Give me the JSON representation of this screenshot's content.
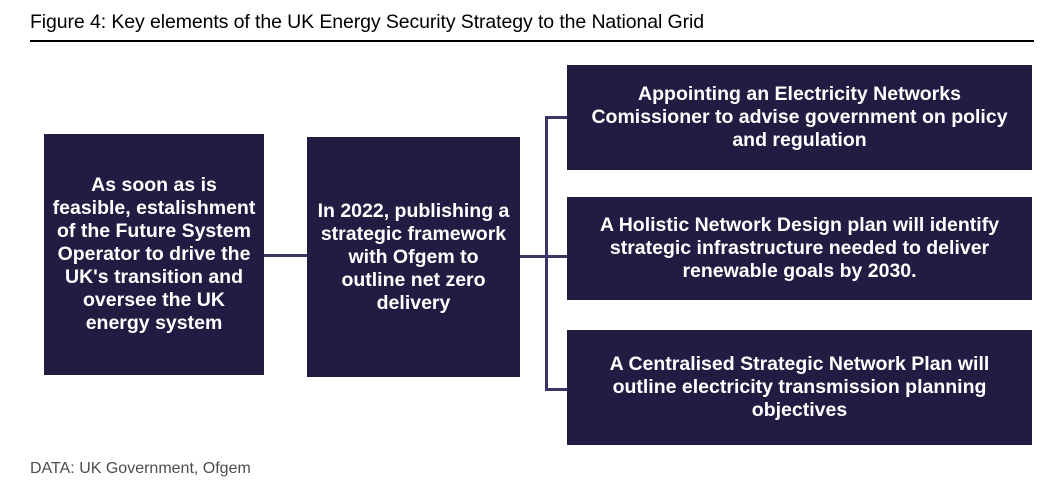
{
  "figure": {
    "title": "Figure 4: Key elements of the UK Energy Security Strategy to the National Grid",
    "source_note": "DATA: UK Government, Ofgem",
    "colors": {
      "box_fill": "#201c42",
      "box_text": "#ffffff",
      "connector": "#3b3464",
      "title_text": "#000000",
      "title_rule": "#000000",
      "source_text": "#4d4d4d",
      "background": "#ffffff"
    }
  },
  "flow": {
    "stage1": {
      "id": "future-system-operator",
      "text": "As soon as is feasible, estalishment of the Future System Operator to drive the UK's transition and oversee the UK energy system"
    },
    "stage2": {
      "id": "strategic-framework",
      "text": "In 2022, publishing a strategic framework with Ofgem to outline net zero delivery"
    },
    "branches": [
      {
        "id": "electricity-networks-commissioner",
        "text": "Appointing an Electricity Networks Comissioner to advise government on policy and regulation"
      },
      {
        "id": "holistic-network-design",
        "text": "A Holistic Network Design plan will identify strategic infrastructure needed to deliver renewable goals by 2030."
      },
      {
        "id": "centralised-strategic-network-plan",
        "text": "A Centralised Strategic Network Plan will outline electricity transmission planning objectives"
      }
    ]
  },
  "chart_data": {
    "type": "diagram",
    "title": "Figure 4: Key elements of the UK Energy Security Strategy to the National Grid",
    "nodes": [
      {
        "id": "future-system-operator",
        "label": "As soon as is feasible, estalishment of the Future System Operator to drive the UK's transition and oversee the UK energy system",
        "level": 1
      },
      {
        "id": "strategic-framework",
        "label": "In 2022, publishing a strategic framework with Ofgem to outline net zero delivery",
        "level": 2
      },
      {
        "id": "electricity-networks-commissioner",
        "label": "Appointing an Electricity Networks Comissioner to advise government on policy and regulation",
        "level": 3
      },
      {
        "id": "holistic-network-design",
        "label": "A Holistic Network Design plan will identify strategic infrastructure needed to deliver renewable goals by 2030.",
        "level": 3
      },
      {
        "id": "centralised-strategic-network-plan",
        "label": "A Centralised Strategic Network Plan will outline electricity transmission planning objectives",
        "level": 3
      }
    ],
    "edges": [
      {
        "from": "future-system-operator",
        "to": "strategic-framework"
      },
      {
        "from": "strategic-framework",
        "to": "electricity-networks-commissioner"
      },
      {
        "from": "strategic-framework",
        "to": "holistic-network-design"
      },
      {
        "from": "strategic-framework",
        "to": "centralised-strategic-network-plan"
      }
    ],
    "source": "DATA: UK Government, Ofgem"
  }
}
